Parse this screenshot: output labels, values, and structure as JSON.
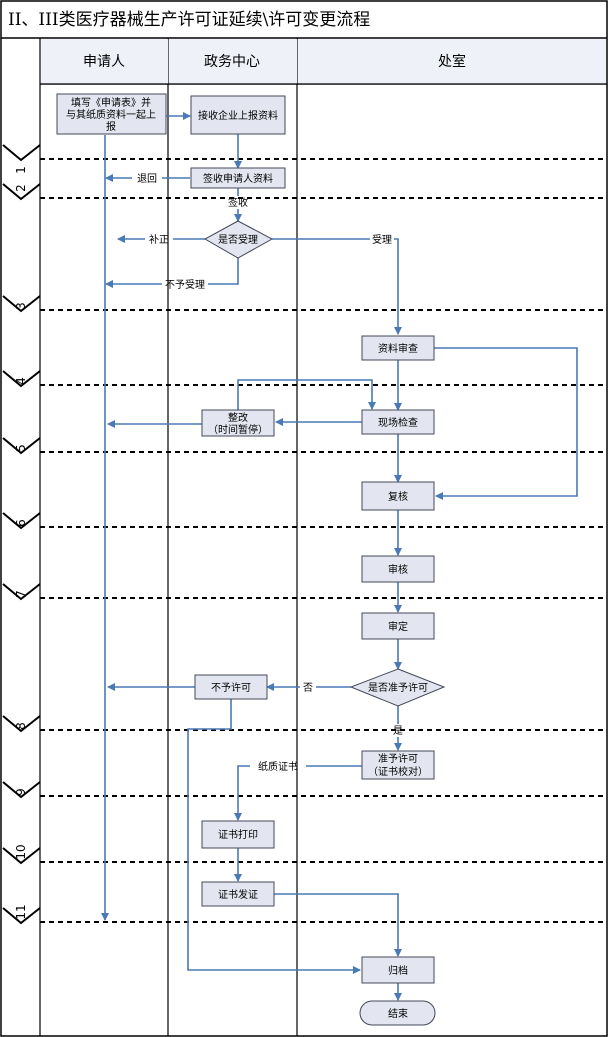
{
  "title": "II、III类医疗器械生产许可证延续\\许可变更流程",
  "lanes": [
    {
      "id": "applicant",
      "label": "申请人"
    },
    {
      "id": "center",
      "label": "政务中心"
    },
    {
      "id": "office",
      "label": "处室"
    }
  ],
  "phases": [
    "1",
    "2",
    "3",
    "4",
    "5",
    "6",
    "7",
    "8",
    "9",
    "10",
    "11"
  ],
  "nodes": [
    {
      "id": "fill",
      "lines": [
        "填写《申请表》并",
        "与其纸质资料一起上",
        "报"
      ]
    },
    {
      "id": "receive",
      "lines": [
        "接收企业上报资料"
      ]
    },
    {
      "id": "sign",
      "lines": [
        "签收申请人资料"
      ]
    },
    {
      "id": "accept",
      "lines": [
        "是否受理"
      ]
    },
    {
      "id": "review",
      "lines": [
        "资料审查"
      ]
    },
    {
      "id": "inspect",
      "lines": [
        "现场检查"
      ]
    },
    {
      "id": "rectify",
      "lines": [
        "整改",
        "（时间暂停）"
      ]
    },
    {
      "id": "recheck",
      "lines": [
        "复核"
      ]
    },
    {
      "id": "audit",
      "lines": [
        "审核"
      ]
    },
    {
      "id": "decide",
      "lines": [
        "审定"
      ]
    },
    {
      "id": "permit",
      "lines": [
        "是否准予许可"
      ]
    },
    {
      "id": "deny",
      "lines": [
        "不予许可"
      ]
    },
    {
      "id": "grant",
      "lines": [
        "准予许可",
        "（证书校对）"
      ]
    },
    {
      "id": "print",
      "lines": [
        "证书打印"
      ]
    },
    {
      "id": "issue",
      "lines": [
        "证书发证"
      ]
    },
    {
      "id": "archive",
      "lines": [
        "归档"
      ]
    },
    {
      "id": "end",
      "lines": [
        "结束"
      ]
    }
  ],
  "edge_labels": {
    "return": "退回",
    "signed": "签收",
    "supplement": "补正",
    "accepted": "受理",
    "rejected": "不予受理",
    "no": "否",
    "yes": "是",
    "paper_cert": "纸质证书"
  },
  "colors": {
    "edge": "#4a7ab5",
    "box_fill": "#e3e6f0",
    "box_stroke": "#44485a",
    "border": "#000000"
  }
}
